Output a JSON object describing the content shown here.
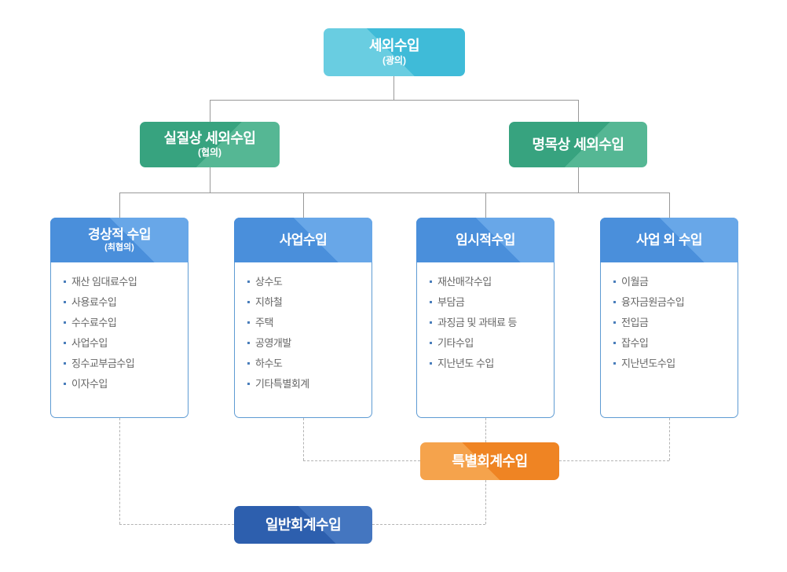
{
  "root": {
    "title": "세외수입",
    "subtitle": "(광의)"
  },
  "level2": [
    {
      "title": "실질상 세외수입",
      "subtitle": "(협의)"
    },
    {
      "title": "명목상 세외수입"
    }
  ],
  "columns": [
    {
      "title": "경상적 수입",
      "subtitle": "(최협의)",
      "items": [
        "재산 임대료수입",
        "사용료수입",
        "수수료수입",
        "사업수입",
        "징수교부금수입",
        "이자수입"
      ]
    },
    {
      "title": "사업수입",
      "items": [
        "상수도",
        "지하철",
        "주택",
        "공영개발",
        "하수도",
        "기타특별회계"
      ]
    },
    {
      "title": "임시적수입",
      "items": [
        "재산매각수입",
        "부담금",
        "과징금 및 과태료 등",
        "기타수입",
        "지난년도 수입"
      ]
    },
    {
      "title": "사업 외 수입",
      "items": [
        "이월금",
        "융자금원금수입",
        "전입금",
        "잡수입",
        "지난년도수입"
      ]
    }
  ],
  "summary": [
    {
      "label": "특별회계수입"
    },
    {
      "label": "일반회계수입"
    }
  ],
  "colors": {
    "root_cyan": "#3fbbd8",
    "level2_green": "#37a37f",
    "column_header_blue": "#4a8fdb",
    "column_border_blue": "#5e9bd3",
    "special_account_orange": "#ef8423",
    "general_account_navy": "#2d5fae",
    "list_text_gray": "#666666",
    "bullet_blue": "#4a7ebb",
    "connector_gray": "#999999"
  }
}
